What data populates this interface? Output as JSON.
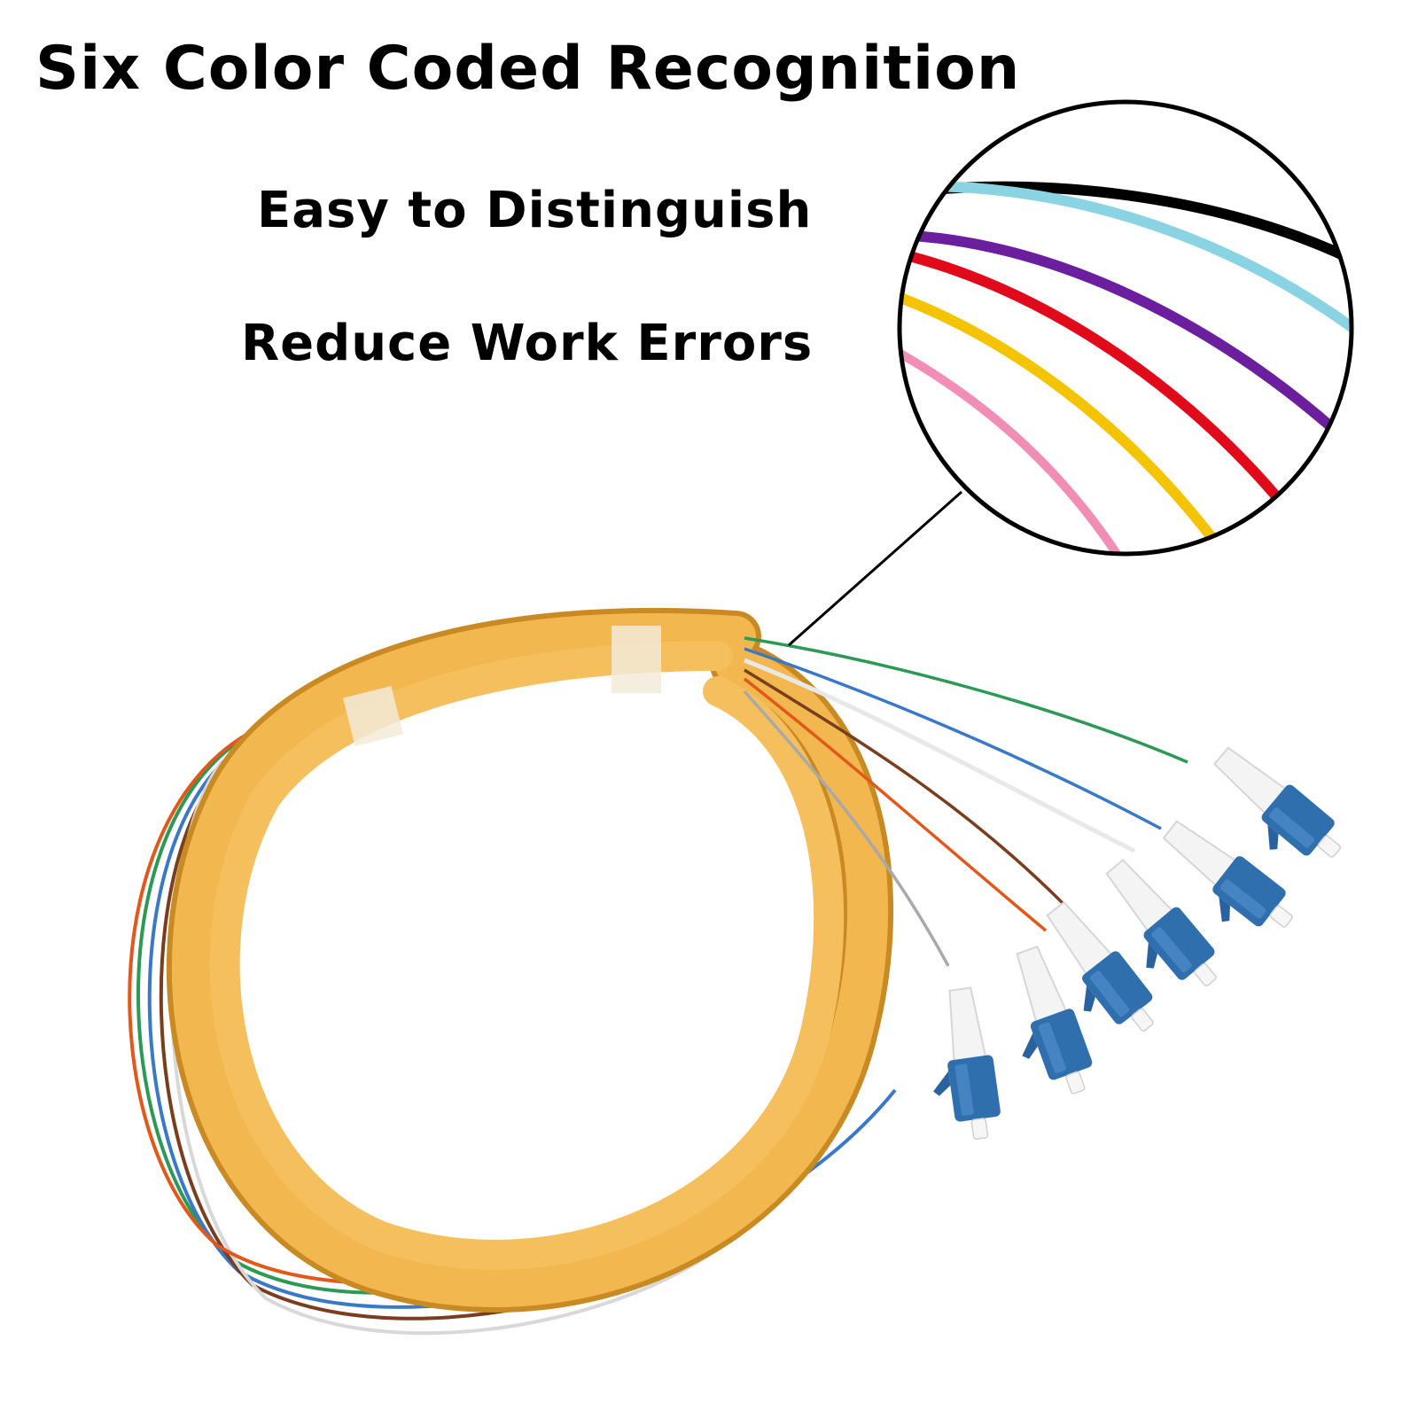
{
  "headline": "Six Color Coded Recognition",
  "features": [
    "Easy to Distinguish",
    "Reduce Work Errors"
  ],
  "colors": {
    "jacket": "#f2b74e",
    "connector_body": "#2f6fae",
    "boot": "#f4f4f4",
    "zoom_fibers": [
      "#000000",
      "#8ad3e2",
      "#6b1f9e",
      "#e00a1b",
      "#f5c400",
      "#f28db6"
    ],
    "pigtail_fibers": [
      "#2c9a55",
      "#3a78c8",
      "#f2f2f2",
      "#7a3d1d",
      "#e2581a",
      "#a9a9a9"
    ]
  },
  "icons": {
    "zoom_lens": "magnifier-circle-icon",
    "connector": "lc-connector-icon"
  }
}
